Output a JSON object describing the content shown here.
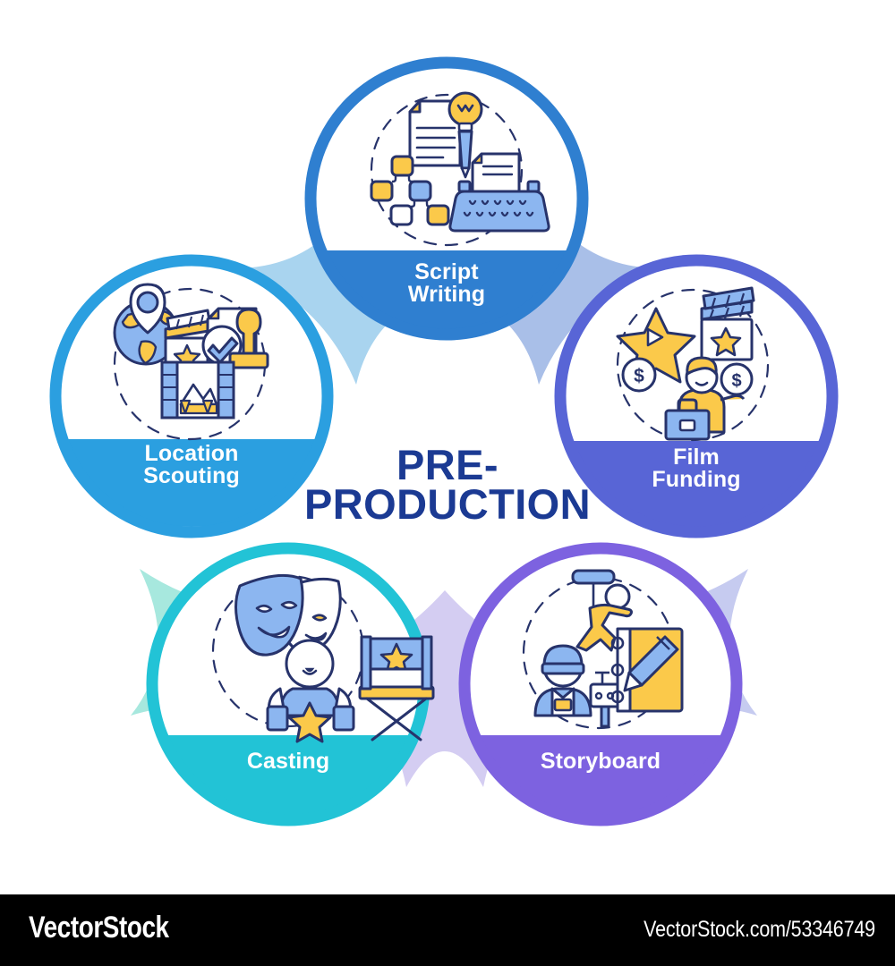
{
  "graphic": {
    "type": "circular-process-infographic",
    "center_title_line1": "PRE-",
    "center_title_line2": "PRODUCTION",
    "center_title_color": "#1b3a93",
    "background_color": "#ffffff",
    "icon_palette": {
      "yellow": "#fbc94a",
      "light_blue": "#8cb6f0",
      "outline_navy": "#27336b",
      "white": "#ffffff"
    }
  },
  "nodes": [
    {
      "id": "script-writing",
      "label_line1": "Script",
      "label_line2": "Writing",
      "color": "#2f7fd0",
      "connector_color": "#a9d4ef",
      "icon_name": "script-writing-icon",
      "icon_parts": [
        "document-with-lightbulb",
        "pen",
        "flowchart",
        "typewriter"
      ],
      "position": "top"
    },
    {
      "id": "film-funding",
      "label_line1": "Film",
      "label_line2": "Funding",
      "color": "#5865d6",
      "connector_color": "#c6cbf0",
      "icon_name": "film-funding-icon",
      "icon_parts": [
        "star-with-play",
        "dollar-coin",
        "clapperboard",
        "investor-with-briefcase"
      ],
      "position": "right"
    },
    {
      "id": "storyboard",
      "label_line1": "Storyboard",
      "label_line2": "",
      "color": "#7d62e0",
      "connector_color": "#d4cdf2",
      "icon_name": "storyboard-icon",
      "icon_parts": [
        "stunt-actor-on-rig",
        "cameraman",
        "notebook-with-pencil"
      ],
      "position": "bottom-right"
    },
    {
      "id": "casting",
      "label_line1": "Casting",
      "label_line2": "",
      "color": "#22c3d6",
      "connector_color": "#a7ead3",
      "icon_name": "casting-icon",
      "icon_parts": [
        "theatre-masks",
        "actor-with-star",
        "directors-chair"
      ],
      "position": "bottom-left"
    },
    {
      "id": "location-scouting",
      "label_line1": "Location",
      "label_line2": "Scouting",
      "color": "#2b9fe0",
      "connector_color": "#a9e4f2",
      "icon_name": "location-scouting-icon",
      "icon_parts": [
        "globe-with-pin",
        "clapperboard",
        "approved-document-with-stamp",
        "film-frame-landscape"
      ],
      "position": "left"
    }
  ],
  "watermark": {
    "logo": "VectorStock",
    "url": "VectorStock.com/53346749",
    "bar_color": "#000000",
    "text_color": "#ffffff"
  }
}
